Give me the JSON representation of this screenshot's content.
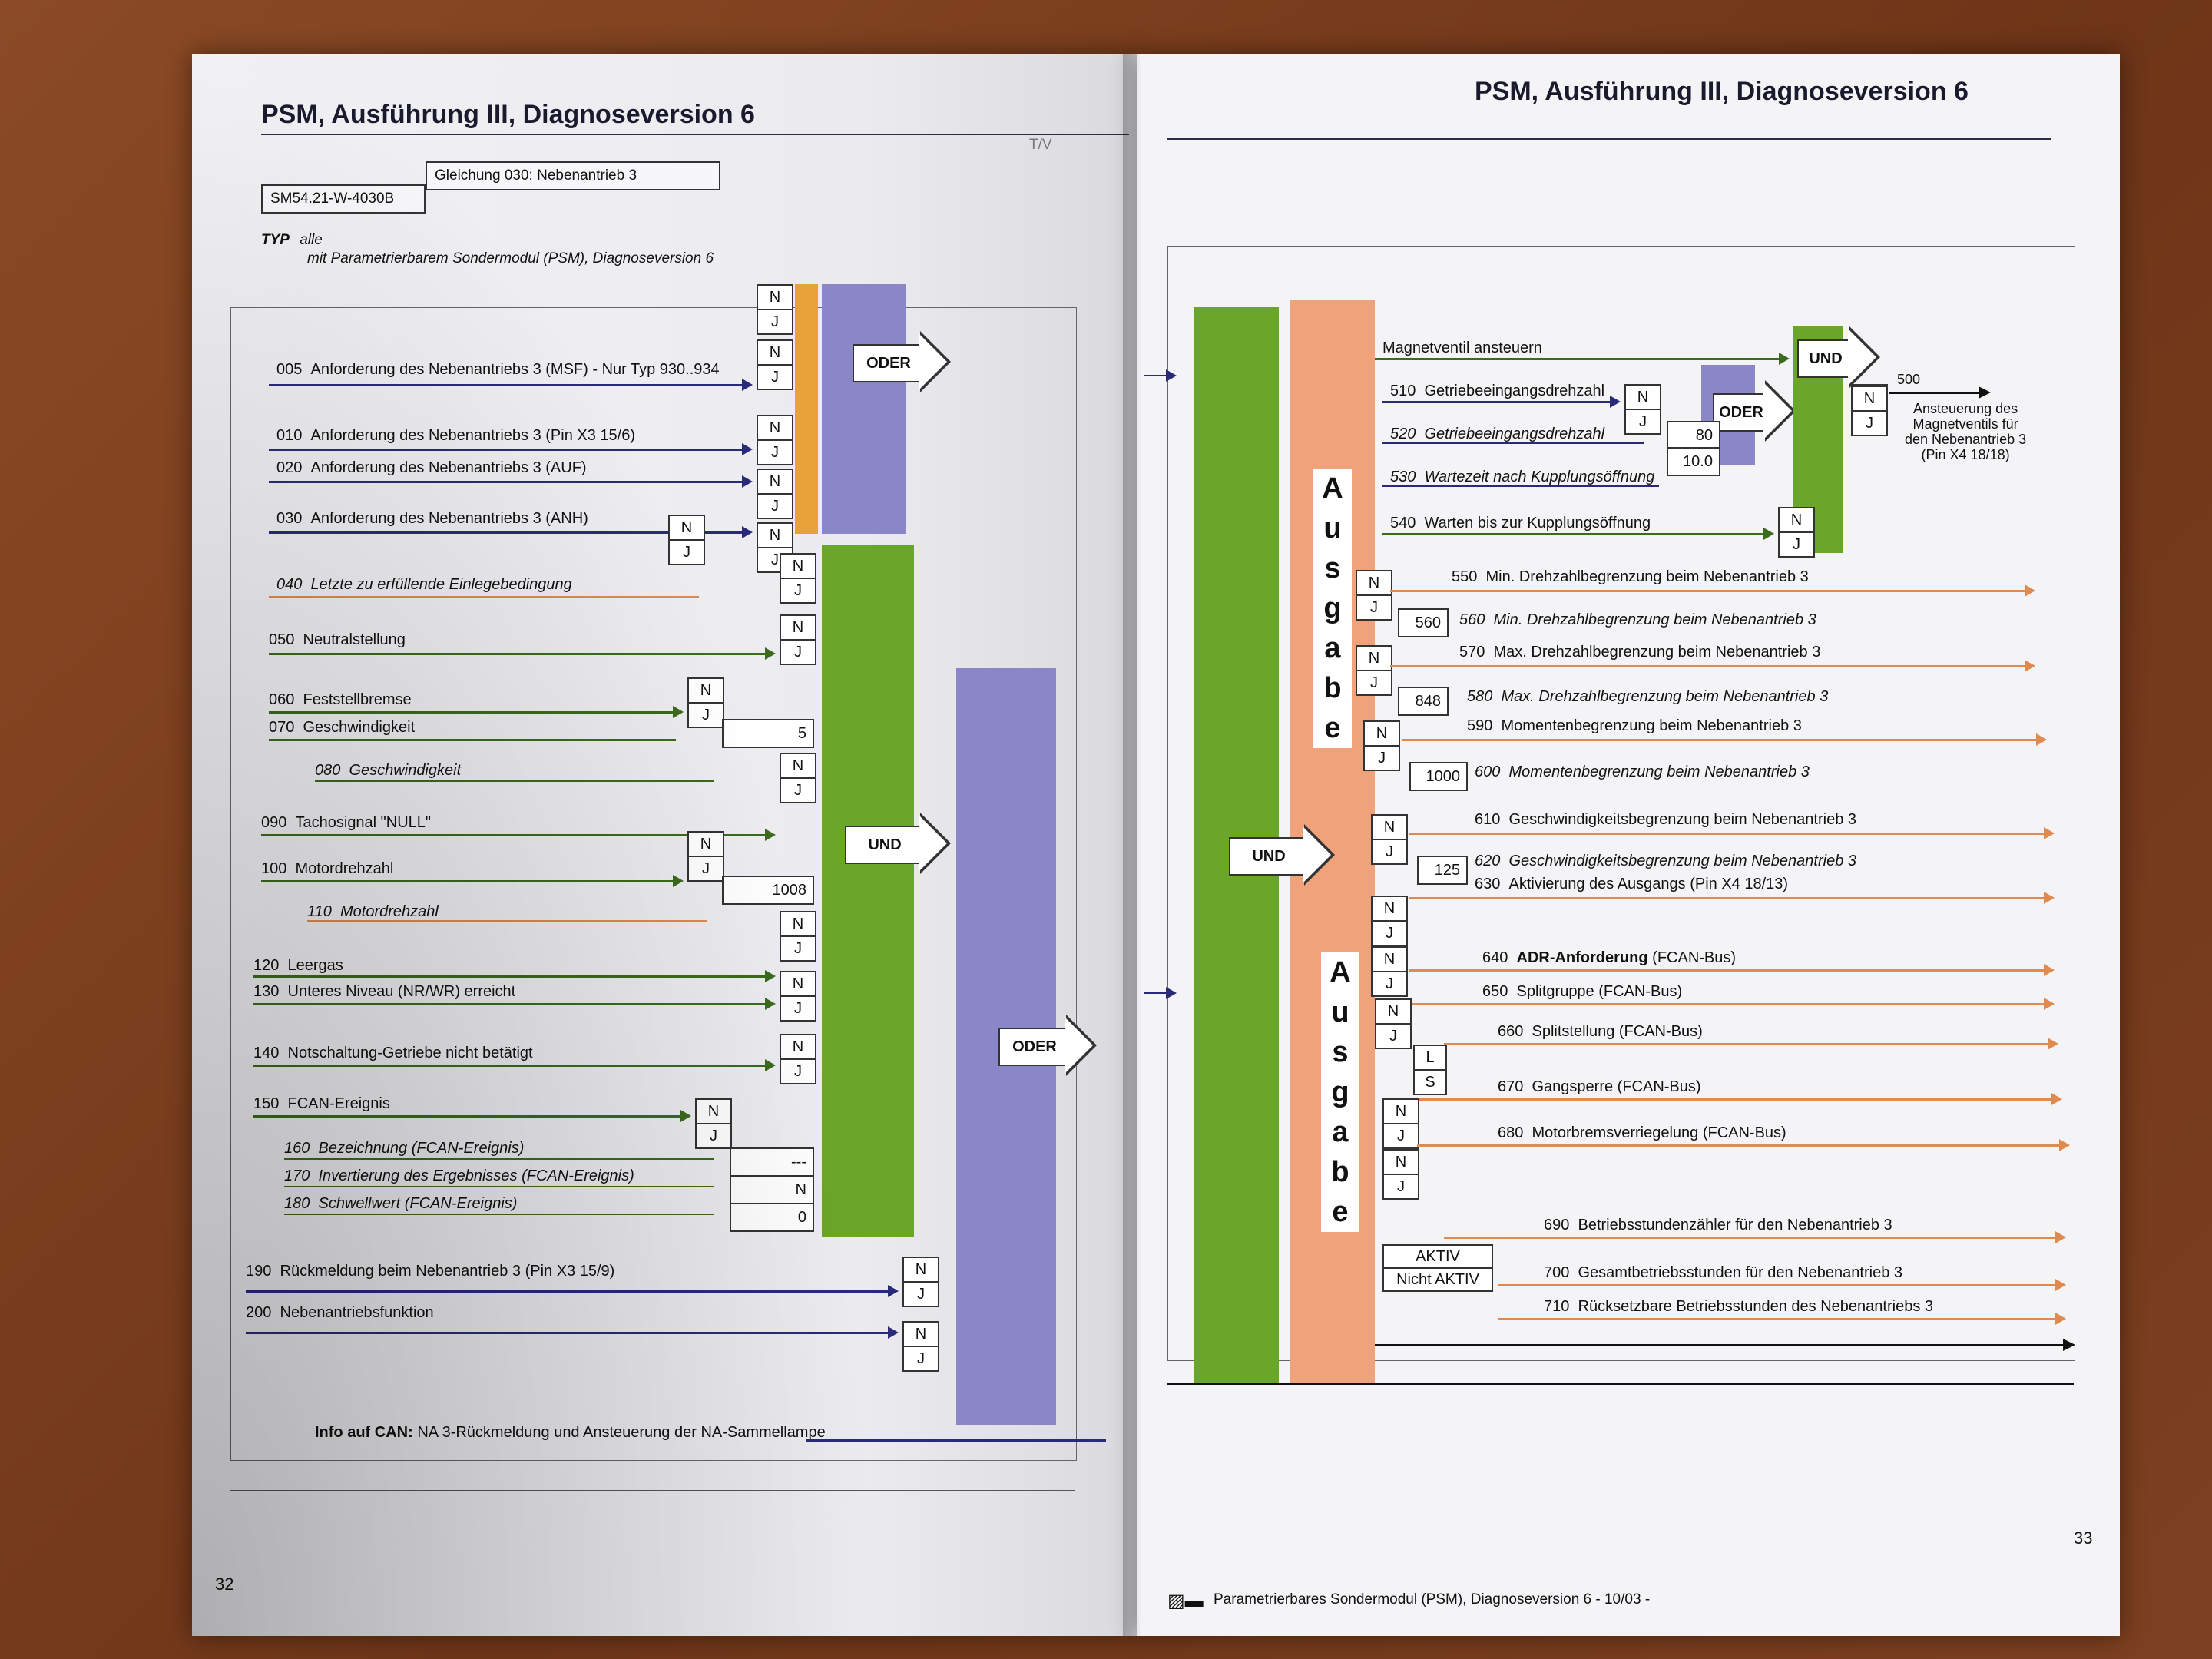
{
  "left_page": {
    "header": "PSM, Ausführung III, Diagnoseversion 6",
    "doc_id": "SM54.21-W-4030B",
    "equation": "Gleichung 030: Nebenantrieb 3",
    "title_suffix": "T/V",
    "subtitle": "mit Parametrierbarem Sondermodul (PSM), Diagnoseversion 6",
    "typ_label": "TYP",
    "typ_value": "alle",
    "inputs": [
      {
        "num": "005",
        "text": "Anforderung des Nebenantriebs 3 (MSF) - Nur Typ 930..934"
      },
      {
        "num": "010",
        "text": "Anforderung des Nebenantriebs 3 (Pin X3 15/6)"
      },
      {
        "num": "020",
        "text": "Anforderung des Nebenantriebs 3 (AUF)"
      },
      {
        "num": "030",
        "text": "Anforderung des Nebenantriebs 3 (ANH)"
      },
      {
        "num": "040",
        "text": "Letzte zu erfüllende Einlegebedingung"
      },
      {
        "num": "050",
        "text": "Neutralstellung"
      },
      {
        "num": "060",
        "text": "Feststellbremse"
      },
      {
        "num": "070",
        "text": "Geschwindigkeit"
      },
      {
        "num": "080",
        "text": "Geschwindigkeit"
      },
      {
        "num": "090",
        "text": "Tachosignal \"NULL\""
      },
      {
        "num": "100",
        "text": "Motordrehzahl"
      },
      {
        "num": "110",
        "text": "Motordrehzahl"
      },
      {
        "num": "120",
        "text": "Leergas"
      },
      {
        "num": "130",
        "text": "Unteres Niveau (NR/WR) erreicht"
      },
      {
        "num": "140",
        "text": "Notschaltung-Getriebe nicht betätigt"
      },
      {
        "num": "150",
        "text": "FCAN-Ereignis"
      },
      {
        "num": "160",
        "text": "Bezeichnung (FCAN-Ereignis)"
      },
      {
        "num": "170",
        "text": "Invertierung des Ergebnisses (FCAN-Ereignis)"
      },
      {
        "num": "180",
        "text": "Schwellwert (FCAN-Ereignis)"
      },
      {
        "num": "190",
        "text": "Rückmeldung beim Nebenantrieb 3 (Pin X3 15/9)"
      },
      {
        "num": "200",
        "text": "Nebenantriebsfunktion"
      }
    ],
    "values": {
      "v070": "5",
      "v100": "1008",
      "v160": "---",
      "v170": "N",
      "v180": "0"
    },
    "gates": {
      "oder1": "ODER",
      "und1": "UND",
      "oder2": "ODER"
    },
    "nj": {
      "n": "N",
      "j": "J"
    },
    "footer_info_label": "Info auf CAN:",
    "footer_info_text": "NA 3-Rückmeldung und Ansteuerung der NA-Sammellampe",
    "page_number": "32"
  },
  "right_page": {
    "header": "PSM, Ausführung III, Diagnoseversion 6",
    "gate_und_main": "UND",
    "ausgabe_letters": [
      "A",
      "u",
      "s",
      "g",
      "a",
      "b",
      "e"
    ],
    "top_signal": "Magnetventil ansteuern",
    "gates": {
      "und_small": "UND",
      "oder_small": "ODER"
    },
    "rows": [
      {
        "num": "510",
        "text": "Getriebeeingangsdrehzahl"
      },
      {
        "num": "520",
        "text": "Getriebeeingangsdrehzahl"
      },
      {
        "num": "530",
        "text": "Wartezeit nach Kupplungsöffnung"
      },
      {
        "num": "540",
        "text": "Warten bis zur Kupplungsöffnung"
      },
      {
        "num": "550",
        "text": "Min. Drehzahlbegrenzung beim Nebenantrieb 3"
      },
      {
        "num": "560",
        "text": "Min. Drehzahlbegrenzung beim Nebenantrieb 3"
      },
      {
        "num": "570",
        "text": "Max. Drehzahlbegrenzung beim Nebenantrieb 3"
      },
      {
        "num": "580",
        "text": "Max. Drehzahlbegrenzung beim Nebenantrieb 3"
      },
      {
        "num": "590",
        "text": "Momentenbegrenzung beim Nebenantrieb 3"
      },
      {
        "num": "600",
        "text": "Momentenbegrenzung beim Nebenantrieb 3"
      },
      {
        "num": "610",
        "text": "Geschwindigkeitsbegrenzung beim Nebenantrieb 3"
      },
      {
        "num": "620",
        "text": "Geschwindigkeitsbegrenzung beim Nebenantrieb 3"
      },
      {
        "num": "630",
        "text": "Aktivierung des Ausgangs (Pin X4 18/13)"
      },
      {
        "num": "640",
        "text_bold": "ADR-Anforderung",
        "text": "(FCAN-Bus)"
      },
      {
        "num": "650",
        "text": "Splitgruppe (FCAN-Bus)"
      },
      {
        "num": "660",
        "text": "Splitstellung (FCAN-Bus)"
      },
      {
        "num": "670",
        "text": "Gangsperre (FCAN-Bus)"
      },
      {
        "num": "680",
        "text": "Motorbremsverriegelung (FCAN-Bus)"
      },
      {
        "num": "690",
        "text": "Betriebsstundenzähler für den Nebenantrieb 3"
      },
      {
        "num": "700",
        "text": "Gesamtbetriebsstunden für den Nebenantrieb 3"
      },
      {
        "num": "710",
        "text": "Rücksetzbare Betriebsstunden des Nebenantriebs 3"
      }
    ],
    "values": {
      "v520": "80",
      "v530": "10.0",
      "v560": "560",
      "v580": "848",
      "v600": "1000",
      "v620": "125"
    },
    "output_500_num": "500",
    "output_500_text": [
      "Ansteuerung des",
      "Magnetventils für",
      "den Nebenantrieb 3",
      "(Pin X4 18/18)"
    ],
    "ls": {
      "l": "L",
      "s": "S"
    },
    "aktiv": "AKTIV",
    "nicht_aktiv": "Nicht AKTIV",
    "footer_text": "Parametrierbares Sondermodul (PSM), Diagnoseversion 6 - 10/03 -",
    "page_number": "33"
  },
  "colors": {
    "green": "#6aa629",
    "lavender": "#8a86c8",
    "orange": "#f0a37a",
    "gold": "#e8a23a",
    "blue_line": "#2a2a7a",
    "green_line": "#3b6b1c",
    "orange_line": "#e08a50"
  }
}
